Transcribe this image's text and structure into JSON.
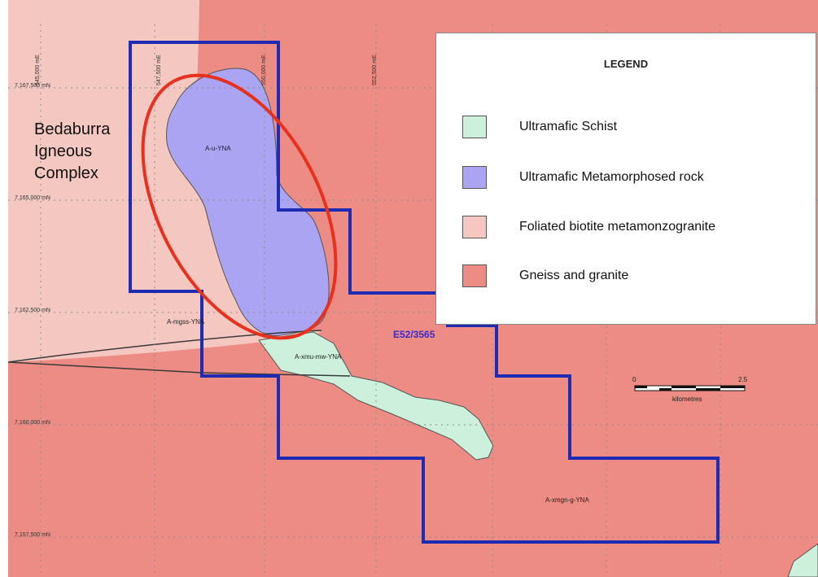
{
  "map": {
    "area_title": [
      "Bedaburra",
      "Igneous",
      "Complex"
    ],
    "tenement_id": "E52/3565",
    "unit_labels": [
      "A-u-YNA",
      "A-mgss-YNA",
      "A-xmu-mw-YNA",
      "A-xmgn-g-YNA"
    ],
    "easting_labels": [
      "545,000 mE",
      "547,500 mE",
      "550,000 mE",
      "552,500 mE"
    ],
    "northing_labels": [
      "7,167,500 mN",
      "7,165,000 mN",
      "7,162,500 mN",
      "7,160,000 mN",
      "7,157,500 mN"
    ],
    "scale_bar": {
      "min": "0",
      "max": "2.5",
      "unit": "kilometres"
    },
    "colors": {
      "gneiss": "#ec8c84",
      "foliated": "#f4c8c0",
      "metamorphosed": "#aaa4f2",
      "schist": "#cdf0dc",
      "tenement_outline": "#1f2bb0",
      "highlight_ellipse": "#e8301e"
    }
  },
  "legend": {
    "title": "LEGEND",
    "items": [
      {
        "label": "Ultramafic Schist",
        "color": "#cdf0dc"
      },
      {
        "label": "Ultramafic Metamorphosed rock",
        "color": "#aaa4f2"
      },
      {
        "label": "Foliated biotite metamonzogranite",
        "color": "#f4c8c0"
      },
      {
        "label": "Gneiss and granite",
        "color": "#ec8c84"
      }
    ]
  }
}
